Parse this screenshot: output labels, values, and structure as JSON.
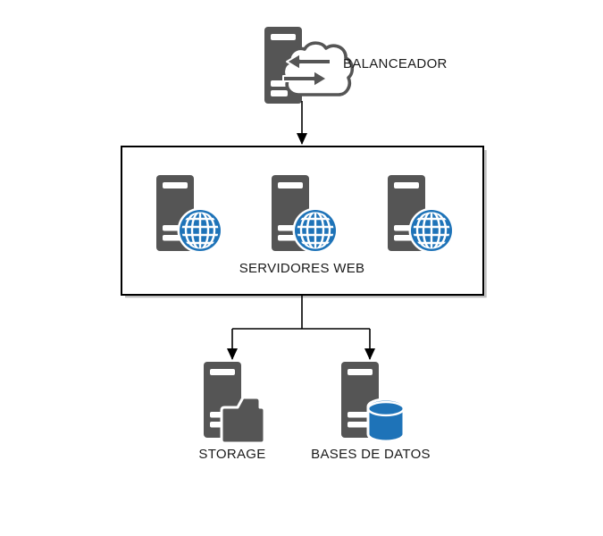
{
  "nodes": {
    "balancer": {
      "label": "BALANCEADOR"
    },
    "web_servers": {
      "label": "SERVIDORES WEB",
      "server_count": 3
    },
    "storage": {
      "label": "STORAGE"
    },
    "database": {
      "label": "BASES DE DATOS"
    }
  },
  "edges": [
    {
      "from": "balancer",
      "to": "web_servers"
    },
    {
      "from": "web_servers",
      "to": "storage"
    },
    {
      "from": "web_servers",
      "to": "database"
    }
  ],
  "colors": {
    "server-gray": "#555555",
    "icon-blue": "#1E73B8",
    "connector": "#000000",
    "box-border": "#000000",
    "label": "#1a1a1a",
    "background": "#ffffff"
  }
}
